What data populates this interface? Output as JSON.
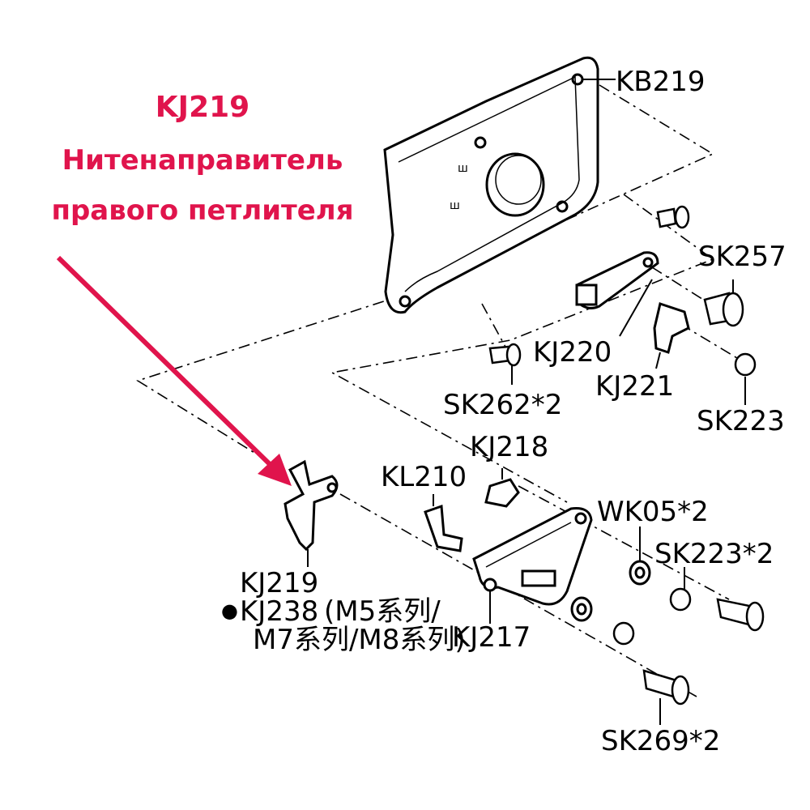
{
  "title": {
    "code": "KJ219",
    "line1": "Нитенаправитель",
    "line2": "правого петлителя"
  },
  "labels": {
    "kb219": "KB219",
    "sk257": "SK257",
    "kj220": "KJ220",
    "kj221": "KJ221",
    "sk262": "SK262*2",
    "sk223": "SK223",
    "kj218": "KJ218",
    "kl210": "KL210",
    "wk05": "WK05*2",
    "sk223x2": "SK223*2",
    "kj219": "KJ219",
    "kj238_bullet": "●",
    "kj238": "KJ238",
    "kj238_series_a": "(M5系列/",
    "kj238_series_b": "M7系列/M8系列)",
    "kj217": "KJ217",
    "sk269": "SK269*2"
  },
  "colors": {
    "accent": "#e0144c",
    "line": "#000000"
  }
}
